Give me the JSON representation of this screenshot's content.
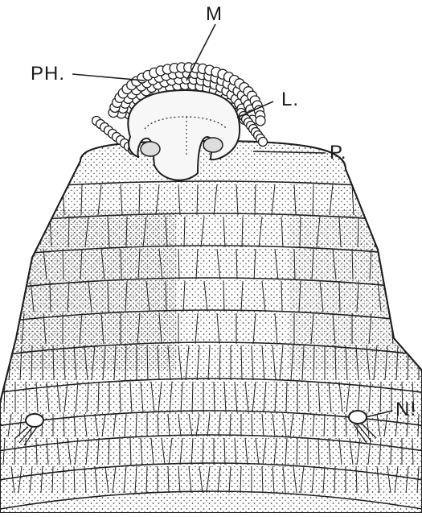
{
  "labels": {
    "m": "M",
    "ph": "PH.",
    "l": "L.",
    "p": "P.",
    "n": "N!"
  },
  "colors": {
    "ink": "#1f1f1f",
    "paper": "#ffffff",
    "stipple": "#3a3a3a"
  }
}
